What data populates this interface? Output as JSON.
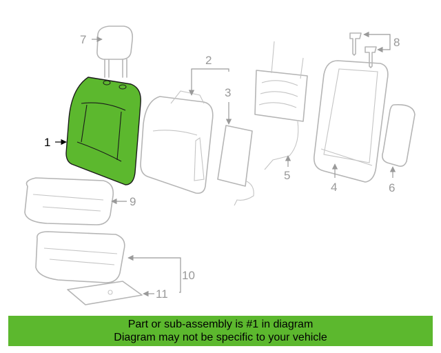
{
  "banner": {
    "line1": "Part or sub-assembly is #1 in diagram",
    "line2": "Diagram may not be specific to your vehicle"
  },
  "highlight_color": "#5cb82e",
  "callouts": {
    "c1": "1",
    "c2": "2",
    "c3": "3",
    "c4": "4",
    "c5": "5",
    "c6": "6",
    "c7": "7",
    "c8": "8",
    "c9": "9",
    "c10": "10",
    "c11": "11"
  }
}
